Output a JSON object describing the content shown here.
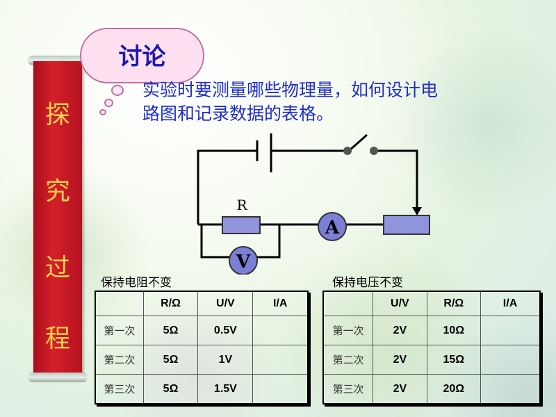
{
  "banner": {
    "chars": [
      "探",
      "究",
      "过",
      "程"
    ]
  },
  "cloud": {
    "title": "讨论"
  },
  "question": {
    "line1": "实验时要测量哪些物理量，如何设计电",
    "line2": "路图和记录数据的表格。"
  },
  "circuit": {
    "resistor_label": "R",
    "ammeter_label": "A",
    "voltmeter_label": "V"
  },
  "table1": {
    "caption": "保持电阻不变",
    "headers": [
      "",
      "R/Ω",
      "U/V",
      "I/A"
    ],
    "rows": [
      [
        "第一次",
        "5Ω",
        "0.5V",
        ""
      ],
      [
        "第二次",
        "5Ω",
        "1V",
        ""
      ],
      [
        "第三次",
        "5Ω",
        "1.5V",
        ""
      ]
    ]
  },
  "table2": {
    "caption": "保持电压不变",
    "headers": [
      "",
      "U/V",
      "R/Ω",
      "I/A"
    ],
    "rows": [
      [
        "第一次",
        "2V",
        "10Ω",
        ""
      ],
      [
        "第二次",
        "2V",
        "15Ω",
        ""
      ],
      [
        "第三次",
        "2V",
        "20Ω",
        ""
      ]
    ]
  },
  "colors": {
    "banner": "#c8141f",
    "banner_text": "#ffd24a",
    "question_text": "#1e2ec8",
    "cloud_fill": "#ffe0f0",
    "meter_fill": "#7b7fd6",
    "component_fill": "#8f94dc"
  }
}
